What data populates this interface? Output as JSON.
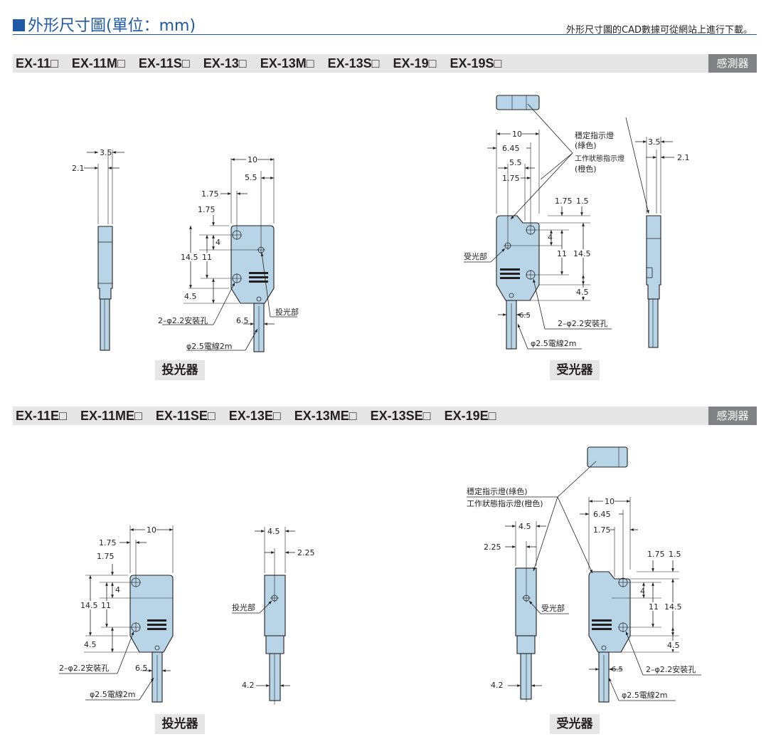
{
  "header": {
    "title": "外形尺寸圖(單位：mm)",
    "note": "外形尺寸圖的CAD數據可從網站上進行下載。"
  },
  "section1": {
    "models": [
      "EX-11□",
      "EX-11M□",
      "EX-11S□",
      "EX-13□",
      "EX-13M□",
      "EX-13S□",
      "EX-19□",
      "EX-19S□"
    ],
    "tag": "感測器",
    "emitter_caption": "投光器",
    "receiver_caption": "受光器",
    "labels": {
      "d35": "3.5",
      "d21": "2.1",
      "d10": "10",
      "d55": "5.5",
      "d175a": "1.75",
      "d175b": "1.75",
      "d4": "4",
      "d145": "14.5",
      "d11": "11",
      "d45": "4.5",
      "d65": "6.5",
      "mount": "2–φ2.2安裝孔",
      "cable": "φ2.5電線2m",
      "emit": "投光部",
      "recv": "受光部",
      "r10": "10",
      "r645": "6.45",
      "r55": "5.5",
      "r175": "1.75",
      "r175b": "1.75",
      "r15": "1.5",
      "r4": "4",
      "r11": "11",
      "r145": "14.5",
      "r45": "4.5",
      "r65": "6.5",
      "ind1": "穩定指示燈",
      "ind1b": "(綠色)",
      "ind2": "工作狀態指示燈",
      "ind2b": "(橙色)",
      "rs35": "3.5",
      "rs21": "2.1"
    }
  },
  "section2": {
    "models": [
      "EX-11E□",
      "EX-11ME□",
      "EX-11SE□",
      "EX-13E□",
      "EX-13ME□",
      "EX-13SE□",
      "EX-19E□"
    ],
    "tag": "感測器",
    "emitter_caption": "投光器",
    "receiver_caption": "受光器",
    "labels": {
      "d10": "10",
      "d175a": "1.75",
      "d175b": "1.75",
      "d4": "4",
      "d145": "14.5",
      "d11": "11",
      "d45": "4.5",
      "d65": "6.5",
      "mount": "2–φ2.2安裝孔",
      "cable": "φ2.5電線2m",
      "s45": "4.5",
      "s225": "2.25",
      "s42": "4.2",
      "emit": "投光部",
      "ind1": "穩定指示燈(綠色)",
      "ind2": "工作狀態指示燈(橙色)",
      "rs45": "4.5",
      "rs225": "2.25",
      "rs42": "4.2",
      "recv": "受光部",
      "r10": "10",
      "r645": "6.45",
      "r175": "1.75",
      "r175b": "1.75",
      "r15": "1.5",
      "r4": "4",
      "r11": "11",
      "r145": "14.5",
      "r45": "4.5",
      "r65": "6.5"
    }
  }
}
